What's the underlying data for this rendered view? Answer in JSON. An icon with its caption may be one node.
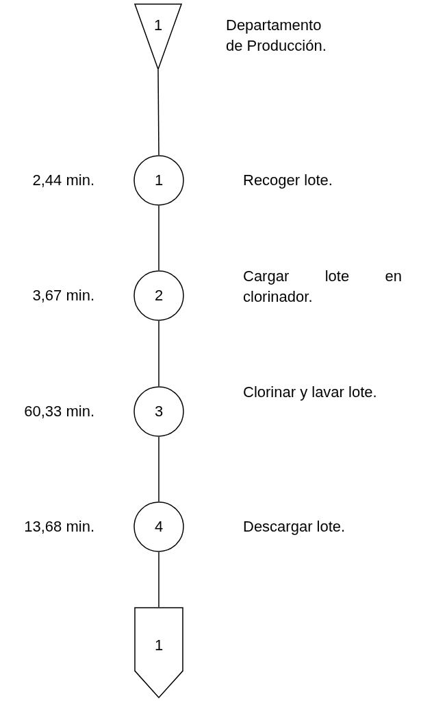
{
  "diagram": {
    "nodes": [
      {
        "text": [
          "1"
        ],
        "beside": [
          "Departamento de Producción."
        ]
      },
      {
        "text": [
          "1"
        ],
        "beside": [
          "2,44 min.",
          "Recoger lote."
        ]
      },
      {
        "text": [
          "2"
        ],
        "beside": [
          "3,67 min.",
          "Cargar lote en clorinador."
        ]
      },
      {
        "text": [
          "3"
        ],
        "beside": [
          "60,33 min.",
          "Clorinar y lavar lote."
        ]
      },
      {
        "text": [
          "4"
        ],
        "beside": [
          "13,68 min.",
          "Descargar lote."
        ]
      },
      {
        "text": [
          "1"
        ]
      }
    ],
    "edges": [
      {
        "from": 0,
        "to": 1,
        "arrow": "none"
      },
      {
        "from": 1,
        "to": 2,
        "arrow": "none"
      },
      {
        "from": 2,
        "to": 3,
        "arrow": "none"
      },
      {
        "from": 3,
        "to": 4,
        "arrow": "none"
      },
      {
        "from": 4,
        "to": 5,
        "arrow": "none"
      }
    ]
  }
}
